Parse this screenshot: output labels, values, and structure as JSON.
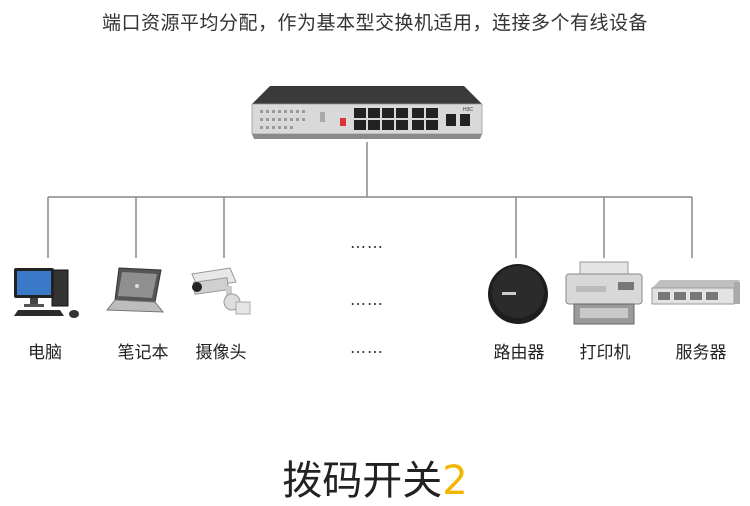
{
  "headline": "端口资源平均分配，作为基本型交换机适用，连接多个有线设备",
  "devices": [
    {
      "label": "电脑",
      "icon": "desktop-pc-icon"
    },
    {
      "label": "笔记本",
      "icon": "laptop-icon"
    },
    {
      "label": "摄像头",
      "icon": "security-camera-icon"
    },
    {
      "label": "路由器",
      "icon": "router-icon"
    },
    {
      "label": "打印机",
      "icon": "printer-icon"
    },
    {
      "label": "服务器",
      "icon": "server-icon"
    }
  ],
  "ellipsis": "……",
  "switch_brand": "H3C",
  "title": {
    "text": "拨码开关",
    "number": "2"
  },
  "colors": {
    "accent": "#f2b500",
    "connector": "#888888"
  }
}
